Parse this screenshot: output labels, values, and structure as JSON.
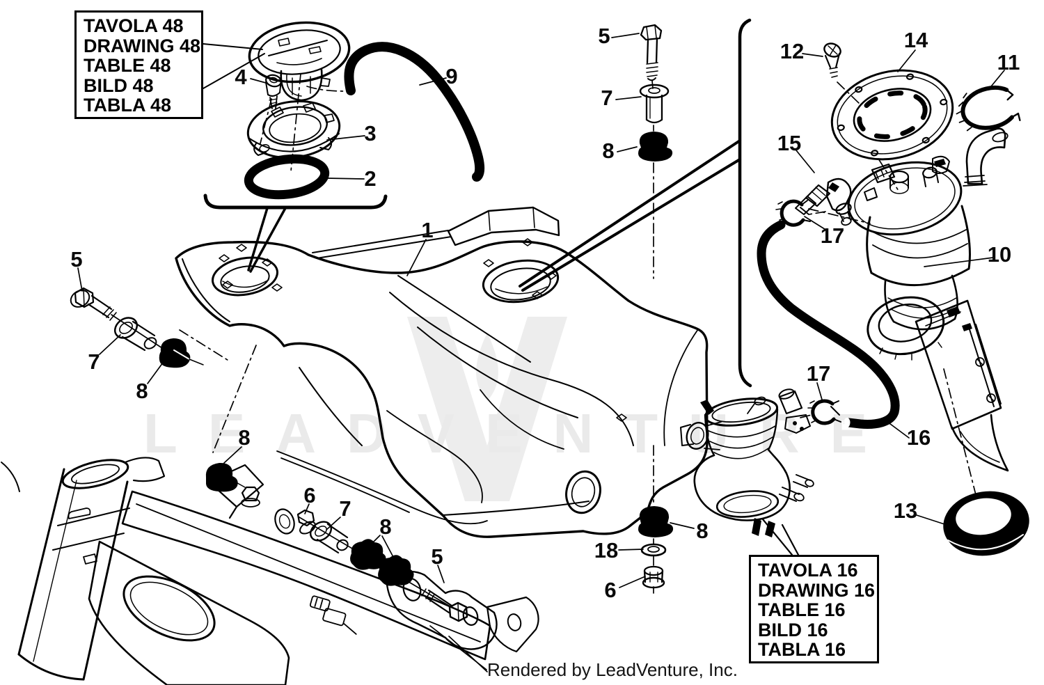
{
  "watermark": {
    "text": "LEADVENTURE"
  },
  "footer": {
    "credit": "Rendered by LeadVenture, Inc."
  },
  "boxes": {
    "box48": {
      "lines": [
        "TAVOLA 48",
        "DRAWING 48",
        "TABLE 48",
        "BILD 48",
        "TABLA 48"
      ]
    },
    "box16": {
      "lines": [
        "TAVOLA 16",
        "DRAWING 16",
        "TABLE 16",
        "BILD 16",
        "TABLA 16"
      ]
    }
  },
  "callouts": [
    {
      "n": "4"
    },
    {
      "n": "3"
    },
    {
      "n": "2"
    },
    {
      "n": "9"
    },
    {
      "n": "5"
    },
    {
      "n": "7"
    },
    {
      "n": "8"
    },
    {
      "n": "12"
    },
    {
      "n": "14"
    },
    {
      "n": "11"
    },
    {
      "n": "15"
    },
    {
      "n": "17"
    },
    {
      "n": "10"
    },
    {
      "n": "1"
    },
    {
      "n": "5"
    },
    {
      "n": "7"
    },
    {
      "n": "8"
    },
    {
      "n": "8"
    },
    {
      "n": "17"
    },
    {
      "n": "16"
    },
    {
      "n": "8"
    },
    {
      "n": "18"
    },
    {
      "n": "6"
    },
    {
      "n": "6"
    },
    {
      "n": "7"
    },
    {
      "n": "8"
    },
    {
      "n": "5"
    },
    {
      "n": "13"
    }
  ]
}
